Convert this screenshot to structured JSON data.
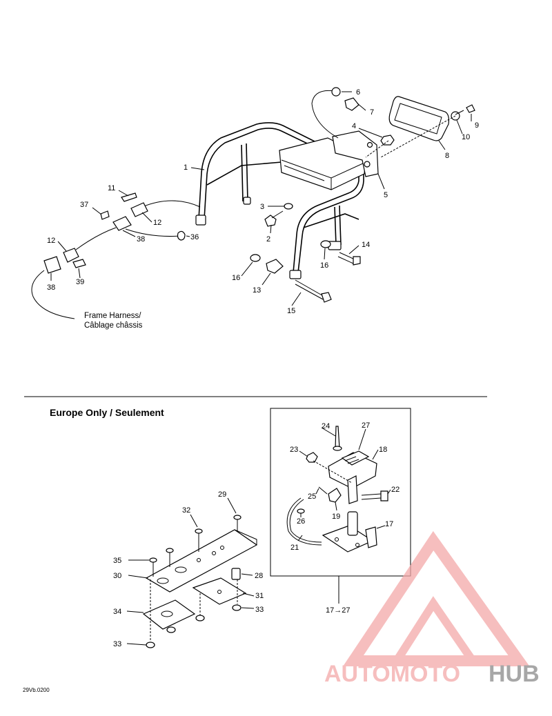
{
  "section": {
    "title": "Europe Only / Seulement"
  },
  "harness": {
    "line1": "Frame Harness/",
    "line2": "Câblage châssis"
  },
  "kit_label": "17→27",
  "doc_id": "29Vb.0200",
  "watermark": {
    "part1": "AUTOMOTO",
    "part2": "HUB",
    "color_accent": "#f4a9a9",
    "color_dark": "#7d7d7d"
  },
  "callouts": {
    "c1": "1",
    "c2": "2",
    "c3": "3",
    "c4": "4",
    "c5": "5",
    "c6": "6",
    "c7": "7",
    "c8": "8",
    "c9": "9",
    "c10": "10",
    "c11": "11",
    "c12a": "12",
    "c12b": "12",
    "c13": "13",
    "c14": "14",
    "c15": "15",
    "c16a": "16",
    "c16b": "16",
    "c17": "17",
    "c18": "18",
    "c19": "19",
    "c21": "21",
    "c22": "22",
    "c23": "23",
    "c24": "24",
    "c25": "25",
    "c26": "26",
    "c27": "27",
    "c28": "28",
    "c29": "29",
    "c30": "30",
    "c31": "31",
    "c32": "32",
    "c33a": "33",
    "c33b": "33",
    "c34": "34",
    "c35": "35",
    "c36": "36",
    "c37": "37",
    "c38a": "38",
    "c38b": "38",
    "c39": "39"
  }
}
